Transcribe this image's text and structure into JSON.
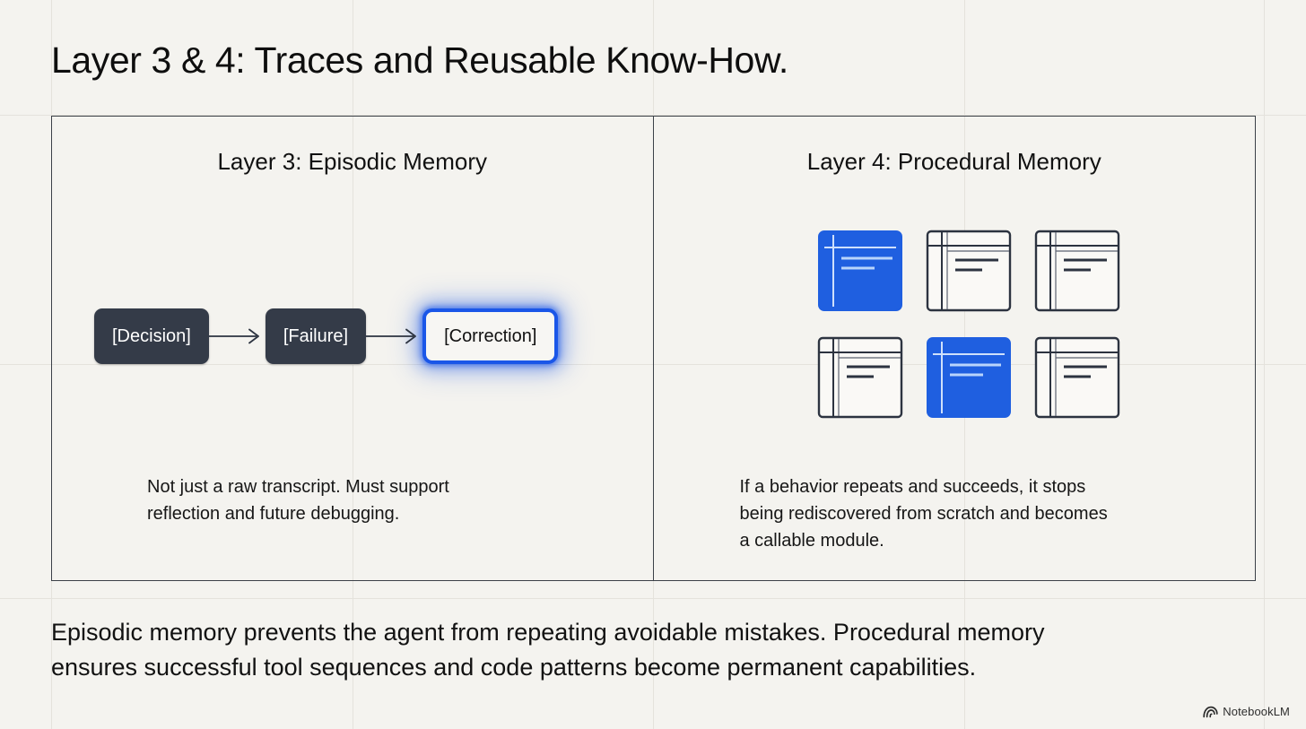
{
  "slide": {
    "title": "Layer 3 & 4: Traces and Reusable Know-How.",
    "background_color": "#f4f3ef",
    "accent_color": "#1a56e8",
    "dark_color": "#343b48",
    "border_color": "#3b4048"
  },
  "panels": [
    {
      "heading": "Layer 3: Episodic Memory",
      "caption_lines": [
        "Not just a raw transcript. Must support",
        "reflection and future debugging."
      ],
      "flow": {
        "nodes": [
          {
            "label": "[Decision]",
            "style": "dark"
          },
          {
            "label": "[Failure]",
            "style": "dark"
          },
          {
            "label": "[Correction]",
            "style": "highlight"
          }
        ],
        "connector": "arrow-right"
      }
    },
    {
      "heading": "Layer 4: Procedural Memory",
      "caption_lines": [
        "If a behavior repeats and succeeds, it stops",
        "being rediscovered from scratch and becomes",
        "a callable module."
      ],
      "modules": [
        {
          "state": "filled"
        },
        {
          "state": "outline"
        },
        {
          "state": "outline"
        },
        {
          "state": "outline"
        },
        {
          "state": "filled"
        },
        {
          "state": "outline"
        }
      ]
    }
  ],
  "bottom_caption_lines": [
    "Episodic memory prevents the agent from repeating avoidable mistakes. Procedural memory",
    "ensures successful tool sequences and code patterns become permanent capabilities."
  ],
  "watermark": {
    "label": "NotebookLM",
    "icon": "notebooklm-logo-icon"
  }
}
